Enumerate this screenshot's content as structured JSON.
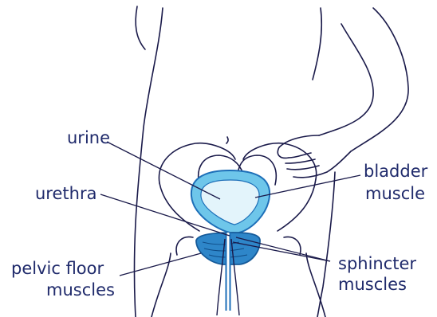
{
  "labels": {
    "urine": "urine",
    "urethra": "urethra",
    "pelvic_floor_line1": "pelvic floor",
    "pelvic_floor_line2": "muscles",
    "bladder_line1": "bladder",
    "bladder_line2": "muscle",
    "sphincter_line1": "sphincter",
    "sphincter_line2": "muscles"
  },
  "colors": {
    "outline": "#1a1a4a",
    "label_text": "#1f2a6b",
    "bladder_wall": "#6ec6ea",
    "bladder_wall_stroke": "#1d6fb8",
    "urine_fill": "#e3f4fb",
    "pelvic_floor": "#2e86c9",
    "pelvic_floor_stroke": "#155a99"
  }
}
